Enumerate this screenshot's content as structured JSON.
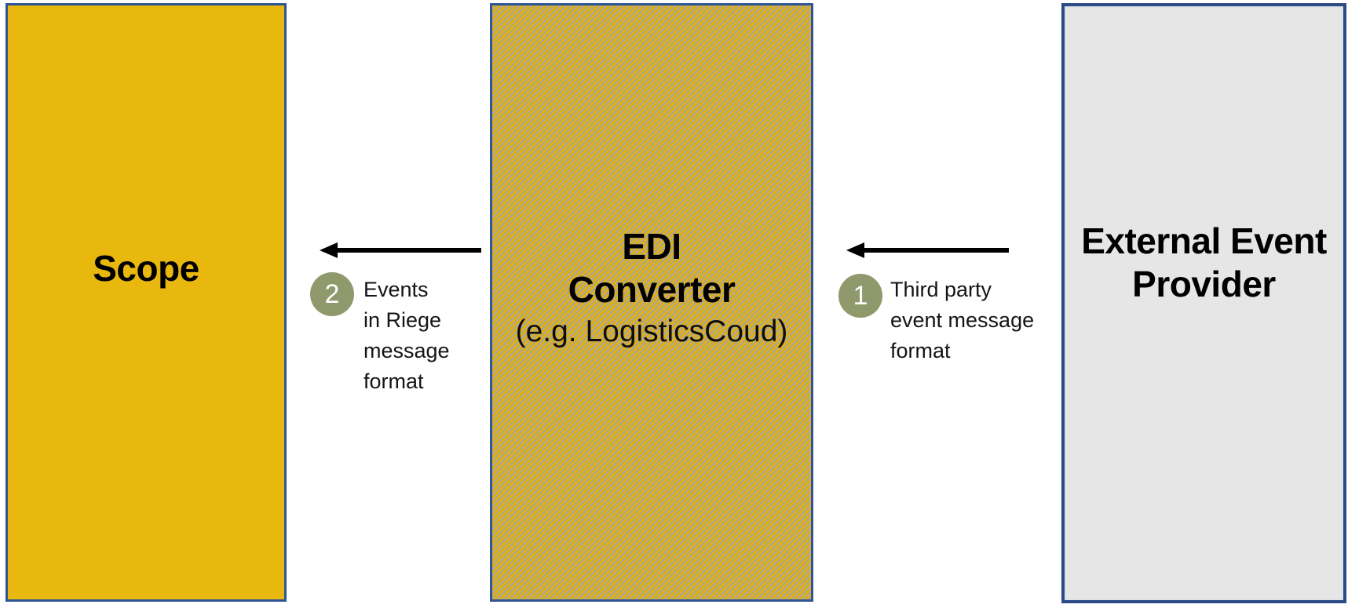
{
  "boxes": {
    "scope": {
      "label": "Scope"
    },
    "converter": {
      "title1": "EDI",
      "title2": "Converter",
      "subtitle": "(e.g. LogisticsCoud)"
    },
    "provider": {
      "title1": "External Event",
      "title2": "Provider"
    }
  },
  "steps": {
    "one": {
      "number": "1",
      "lines": [
        "Third party",
        "event message",
        "format"
      ]
    },
    "two": {
      "number": "2",
      "lines": [
        "Events",
        "in Riege",
        "message",
        "format"
      ]
    }
  },
  "arrows": {
    "provider_to_converter": "left",
    "converter_to_scope": "left"
  },
  "colors": {
    "canvas-bg": "#ffffff",
    "gold": "#E9B80E",
    "gold-stripe": "#E0AF10",
    "stripe-gray": "#A6A6A4",
    "border-blue": "#2F5597",
    "provider-fill": "#E7E6E6",
    "provider-border": "#2B4A86",
    "badge-olive": "#8F996B",
    "arrow-black": "#000000",
    "text-black": "#141414"
  }
}
